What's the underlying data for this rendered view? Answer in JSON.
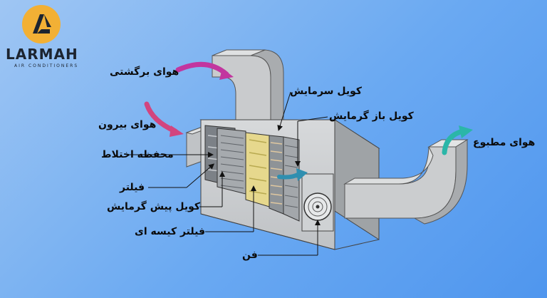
{
  "brand": {
    "name": "LARMAH",
    "subtitle": "AIR CONDITIONERS",
    "accent_color": "#f2b035",
    "text_color": "#1c2430"
  },
  "labels": {
    "return_air": "هوای برگشتی",
    "outside_air": "هوای بیرون",
    "mixing_chamber": "محفظه اختلاط",
    "filter": "فیلتر",
    "preheat_coil": "کویل پیش گرمایش",
    "bag_filter": "فیلتر کیسه ای",
    "fan": "فن",
    "cooling_coil": "کویل سرمایش",
    "reheat_coil": "کویل باز گرمایش",
    "supply_air": "هوای مطبوع"
  },
  "colors": {
    "return_arrow": "#c2359f",
    "outside_arrow": "#d2457f",
    "supply_arrow": "#2bb6a8",
    "flow_arrow": "#2f8fb0",
    "duct": "#b9bcbf"
  }
}
